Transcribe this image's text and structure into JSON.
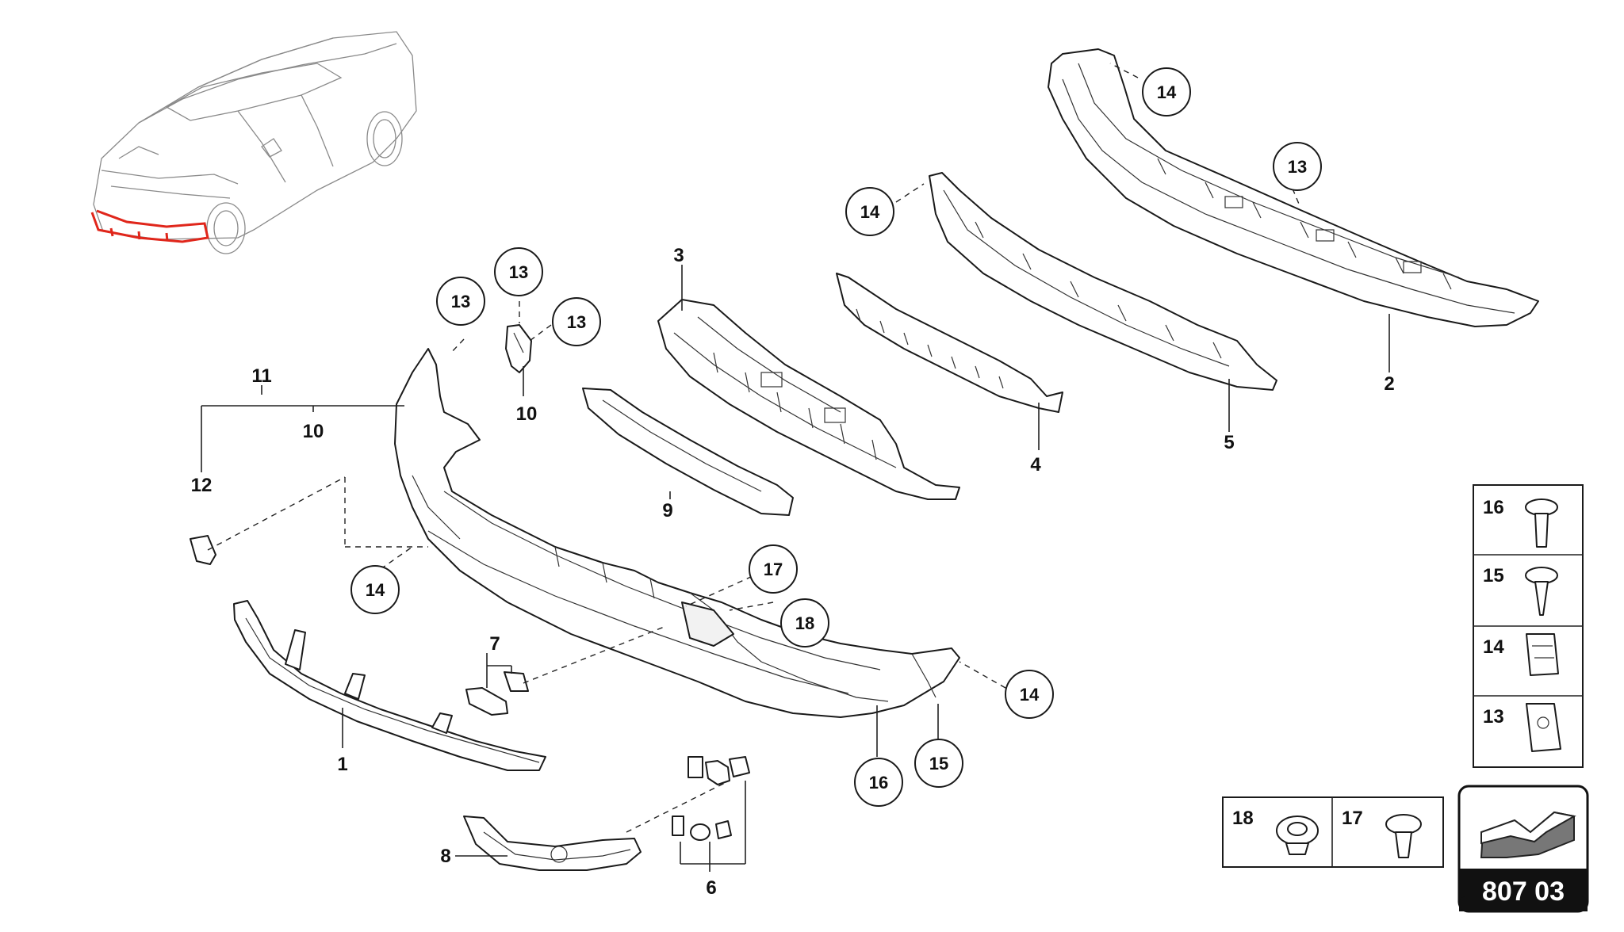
{
  "diagram": {
    "callouts": [
      "14",
      "13",
      "14",
      "13",
      "13",
      "13",
      "14",
      "17",
      "18",
      "14",
      "16",
      "15"
    ],
    "labels": [
      "2",
      "5",
      "4",
      "3",
      "9",
      "10",
      "11",
      "10",
      "12",
      "7",
      "1",
      "8",
      "6"
    ],
    "legend": {
      "fasteners": [
        "16",
        "15",
        "14",
        "13"
      ],
      "clips": [
        "18",
        "17"
      ]
    },
    "section_code": "807 03",
    "colors": {
      "highlight": "#e0261b",
      "line": "#1a1a1a",
      "code_box": "#111111"
    }
  }
}
